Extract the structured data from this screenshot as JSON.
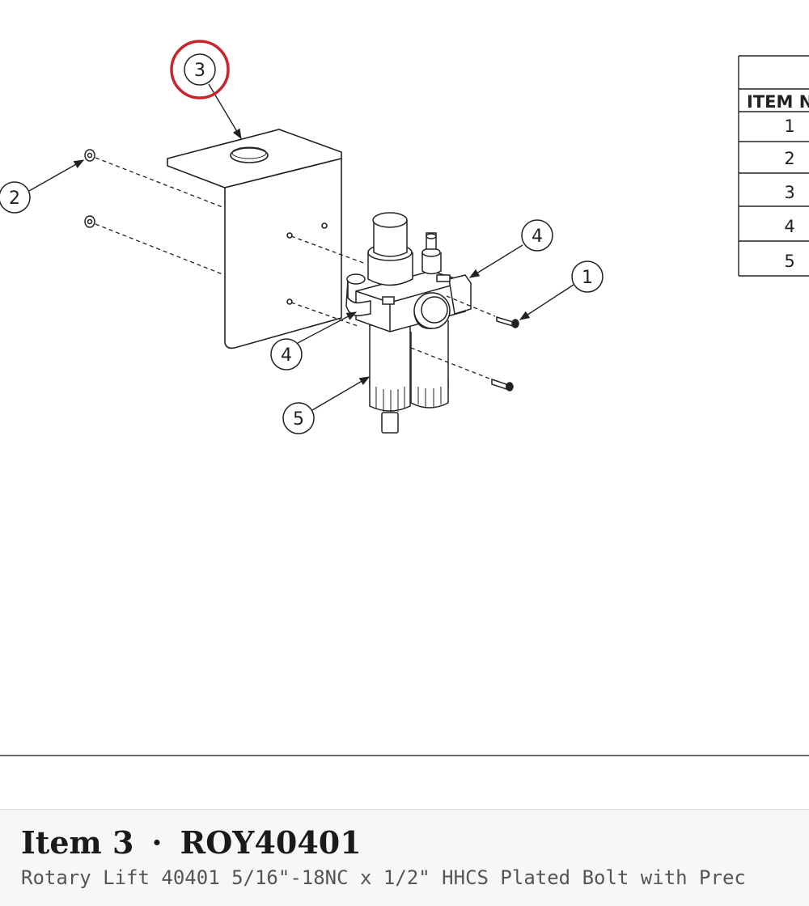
{
  "callouts": [
    {
      "number": "3",
      "highlighted": true
    },
    {
      "number": "2"
    },
    {
      "number": "4"
    },
    {
      "number": "1"
    },
    {
      "number": "4"
    },
    {
      "number": "5"
    }
  ],
  "parts_table": {
    "header": "ITEM N",
    "rows": [
      "1",
      "2",
      "3",
      "4",
      "5"
    ]
  },
  "selected_item": {
    "label": "Item 3",
    "separator": "·",
    "part_number": "ROY40401",
    "description": "Rotary Lift 40401 5/16\"-18NC x 1/2\" HHCS Plated Bolt with Prec"
  },
  "colors": {
    "highlight_ring": "#c8242c",
    "line": "#222222",
    "footer_bg": "#f7f7f5"
  }
}
